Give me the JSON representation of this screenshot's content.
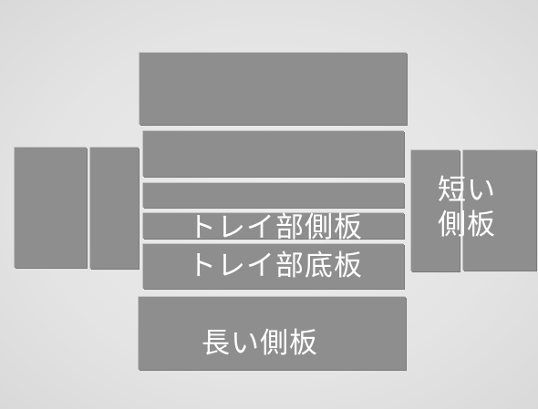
{
  "labels": {
    "tray_side": "トレイ部側板",
    "tray_bottom": "トレイ部底板",
    "long_side": "長い側板",
    "short_side_line1": "短い",
    "short_side_line2": "側板"
  },
  "colors": {
    "background": "#e6e6e6",
    "board": "#8e8e8e",
    "label_text": "#ffffff"
  }
}
